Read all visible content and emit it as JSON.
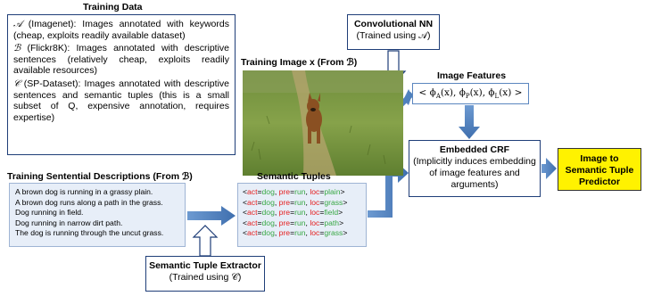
{
  "training_data": {
    "title": "Training Data",
    "entries": [
      {
        "sym": "𝒜",
        "text": " (Imagenet): Images annotated with keywords (cheap, exploits readily available dataset)"
      },
      {
        "sym": "ℬ",
        "text": " (Flickr8K): Images annotated with descriptive sentences (relatively cheap, exploits readily available resources)"
      },
      {
        "sym": "𝒞",
        "text": " (SP-Dataset): Images annotated with descriptive sentences and semantic tuples (this is a small subset of Q, expensive annotation, requires expertise)"
      }
    ]
  },
  "cnn": {
    "title": "Convolutional NN",
    "subtitle": "(Trained using 𝒜)"
  },
  "training_image": {
    "label": "Training Image x (From ℬ)"
  },
  "image_features": {
    "title": "Image Features",
    "formula": "< ϕA(x), ϕP(x), ϕL(x) >"
  },
  "crf": {
    "title": "Embedded CRF",
    "desc": "(Implicitly induces embedding of image features and arguments)"
  },
  "predictor": {
    "label": "Image to Semantic Tuple Predictor"
  },
  "sentential": {
    "title": "Training Sentential Descriptions (From ℬ)",
    "sentences": [
      "A brown dog is running in a grassy plain.",
      "A brown dog runs along a path in the grass.",
      "Dog running in field.",
      "Dog running in narrow dirt path.",
      "The dog is running through the uncut grass."
    ]
  },
  "semantic_tuples": {
    "title": "Semantic Tuples",
    "rows": [
      {
        "act": "dog",
        "pre": "run",
        "loc": "plain"
      },
      {
        "act": "dog",
        "pre": "run",
        "loc": "grass"
      },
      {
        "act": "dog",
        "pre": "run",
        "loc": "field"
      },
      {
        "act": "dog",
        "pre": "run",
        "loc": "path"
      },
      {
        "act": "dog",
        "pre": "run",
        "loc": "grass"
      }
    ]
  },
  "extractor": {
    "title": "Semantic Tuple Extractor",
    "subtitle": "(Trained using 𝒞)"
  },
  "colors": {
    "arrow": "#4f81bd",
    "predictor_fill": "#fff200",
    "key_red": "#e52020",
    "value_green": "#39a845"
  }
}
